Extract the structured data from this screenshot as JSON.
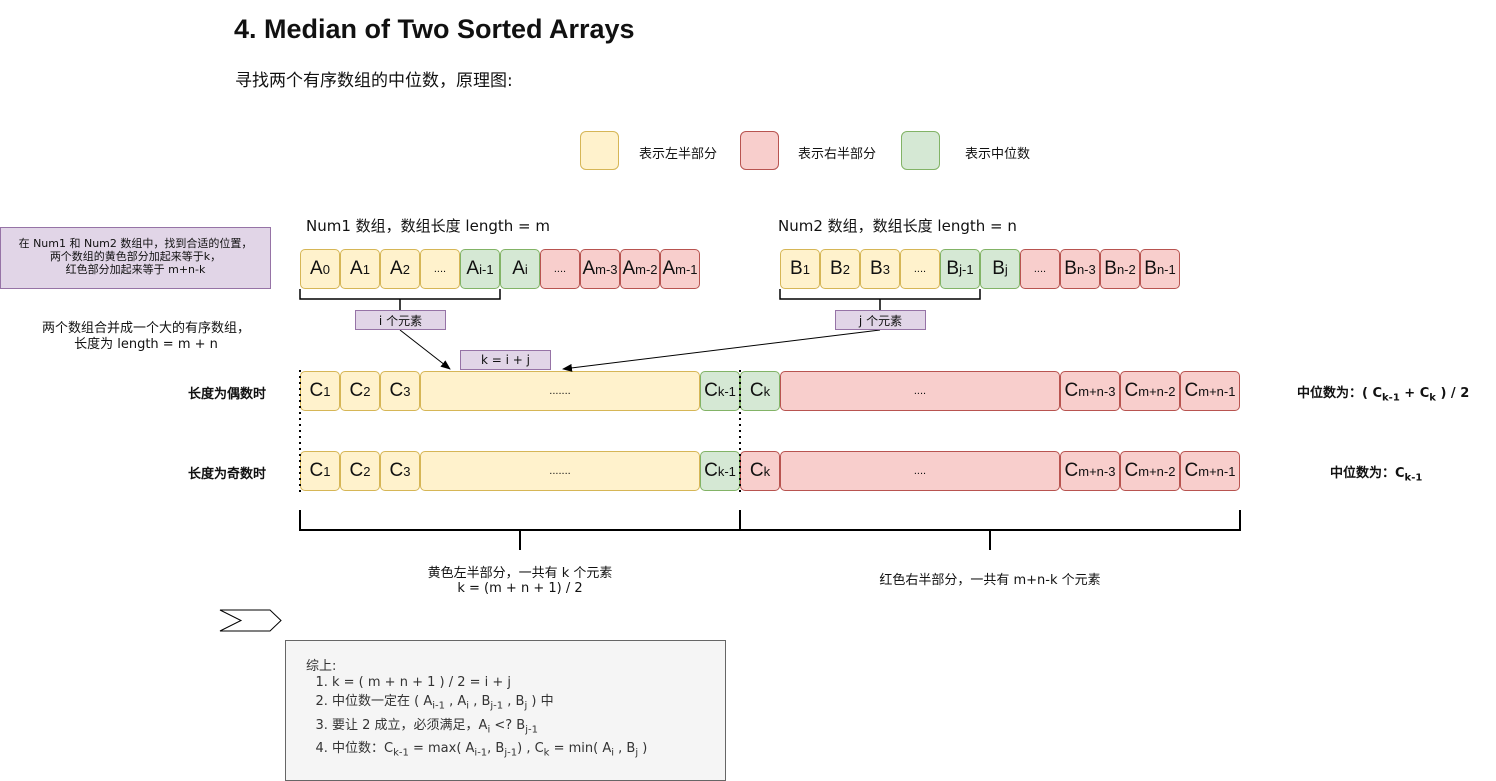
{
  "title": "4. Median of Two Sorted Arrays",
  "subtitle": "寻找两个有序数组的中位数，原理图:",
  "legend": {
    "left": "表示左半部分",
    "right": "表示右半部分",
    "median": "表示中位数"
  },
  "note_box": "在 Num1 和 Num2 数组中，找到合适的位置，\n两个数组的黄色部分加起来等于k，\n红色部分加起来等于 m+n-k",
  "merge_note": "两个数组合并成一个大的有序数组，\n长度为 length = m + n",
  "num1": {
    "caption": "Num1 数组，数组长度 length = m",
    "cells": [
      {
        "base": "A",
        "sub": "0",
        "color": "yellow"
      },
      {
        "base": "A",
        "sub": "1",
        "color": "yellow"
      },
      {
        "base": "A",
        "sub": "2",
        "color": "yellow"
      },
      {
        "base": "....",
        "sub": "",
        "color": "yellow"
      },
      {
        "base": "A",
        "sub": "i-1",
        "color": "green"
      },
      {
        "base": "A",
        "sub": "i",
        "color": "green"
      },
      {
        "base": "....",
        "sub": "",
        "color": "red"
      },
      {
        "base": "A",
        "sub": "m-3",
        "color": "red"
      },
      {
        "base": "A",
        "sub": "m-2",
        "color": "red"
      },
      {
        "base": "A",
        "sub": "m-1",
        "color": "red"
      }
    ],
    "brace_label": "i 个元素"
  },
  "num2": {
    "caption": "Num2 数组，数组长度 length = n",
    "cells": [
      {
        "base": "B",
        "sub": "1",
        "color": "yellow"
      },
      {
        "base": "B",
        "sub": "2",
        "color": "yellow"
      },
      {
        "base": "B",
        "sub": "3",
        "color": "yellow"
      },
      {
        "base": "....",
        "sub": "",
        "color": "yellow"
      },
      {
        "base": "B",
        "sub": "j-1",
        "color": "green"
      },
      {
        "base": "B",
        "sub": "j",
        "color": "green"
      },
      {
        "base": "....",
        "sub": "",
        "color": "red"
      },
      {
        "base": "B",
        "sub": "n-3",
        "color": "red"
      },
      {
        "base": "B",
        "sub": "n-2",
        "color": "red"
      },
      {
        "base": "B",
        "sub": "n-1",
        "color": "red"
      }
    ],
    "brace_label": "j 个元素"
  },
  "k_label": "k = i + j",
  "merged_cells": [
    {
      "base": "C",
      "sub": "1",
      "color": "yellow"
    },
    {
      "base": "C",
      "sub": "2",
      "color": "yellow"
    },
    {
      "base": "C",
      "sub": "3",
      "color": "yellow"
    },
    {
      "base": ".......",
      "sub": "",
      "color": "yellow"
    },
    {
      "base": "C",
      "sub": "k-1",
      "color": "green"
    },
    {
      "base": "C",
      "sub": "k",
      "color": "green"
    },
    {
      "base": "....",
      "sub": "",
      "color": "red"
    },
    {
      "base": "C",
      "sub": "m+n-3",
      "color": "red"
    },
    {
      "base": "C",
      "sub": "m+n-2",
      "color": "red"
    },
    {
      "base": "C",
      "sub": "m+n-1",
      "color": "red"
    }
  ],
  "merged_cells_odd": [
    {
      "base": "C",
      "sub": "1",
      "color": "yellow"
    },
    {
      "base": "C",
      "sub": "2",
      "color": "yellow"
    },
    {
      "base": "C",
      "sub": "3",
      "color": "yellow"
    },
    {
      "base": ".......",
      "sub": "",
      "color": "yellow"
    },
    {
      "base": "C",
      "sub": "k-1",
      "color": "green"
    },
    {
      "base": "C",
      "sub": "k",
      "color": "red"
    },
    {
      "base": "....",
      "sub": "",
      "color": "red"
    },
    {
      "base": "C",
      "sub": "m+n-3",
      "color": "red"
    },
    {
      "base": "C",
      "sub": "m+n-2",
      "color": "red"
    },
    {
      "base": "C",
      "sub": "m+n-1",
      "color": "red"
    }
  ],
  "even_label": "长度为偶数时",
  "odd_label": "长度为奇数时",
  "even_median": {
    "prefix": "中位数为：( C",
    "s1": "k-1",
    "mid": " + C",
    "s2": "k",
    "suffix": " ) / 2"
  },
  "odd_median": {
    "prefix": "中位数为：C",
    "s1": "k-1"
  },
  "left_caption": "黄色左半部分，一共有 k 个元素\nk = (m + n + 1) / 2",
  "right_caption": "红色右半部分，一共有 m+n-k 个元素",
  "summary": {
    "head": "综上:",
    "items": [
      {
        "parts": [
          [
            "t",
            "k = ( m + n + 1 ) / 2 = i + j"
          ]
        ]
      },
      {
        "parts": [
          [
            "t",
            "中位数一定在  ( A"
          ],
          [
            "s",
            "i-1"
          ],
          [
            "t",
            " , A"
          ],
          [
            "s",
            "i"
          ],
          [
            "t",
            " ,  B"
          ],
          [
            "s",
            "j-1"
          ],
          [
            "t",
            " , B"
          ],
          [
            "s",
            "j"
          ],
          [
            "t",
            " ) 中"
          ]
        ]
      },
      {
        "parts": [
          [
            "t",
            "要让 2 成立，必须满足，A"
          ],
          [
            "s",
            "i"
          ],
          [
            "t",
            " <?  B"
          ],
          [
            "s",
            "j-1"
          ]
        ]
      },
      {
        "parts": [
          [
            "t",
            "中位数：C"
          ],
          [
            "s",
            "k-1"
          ],
          [
            "t",
            " = max( A"
          ],
          [
            "s",
            "i-1"
          ],
          [
            "t",
            ",  B"
          ],
          [
            "s",
            "j-1"
          ],
          [
            "t",
            ")  ,  C"
          ],
          [
            "s",
            "k"
          ],
          [
            "t",
            " = min( A"
          ],
          [
            "s",
            "i"
          ],
          [
            "t",
            " , B"
          ],
          [
            "s",
            "j"
          ],
          [
            "t",
            " )"
          ]
        ]
      }
    ]
  },
  "colors": {
    "yellow_fill": "#fff2cc",
    "yellow_stroke": "#d6b656",
    "red_fill": "#f8cecc",
    "red_stroke": "#b85450",
    "green_fill": "#d5e8d4",
    "green_stroke": "#82b366",
    "purple_fill": "#e1d5e7",
    "purple_stroke": "#9673a6"
  }
}
